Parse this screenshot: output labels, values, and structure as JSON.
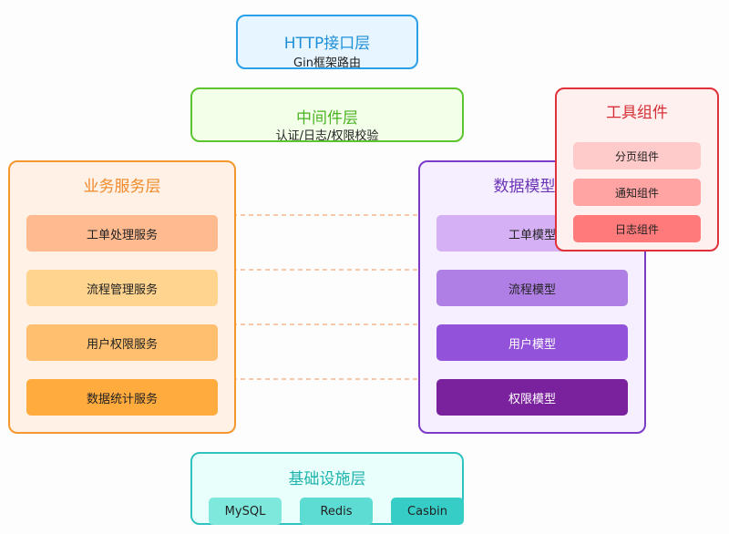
{
  "http_layer": {
    "title": "HTTP接口层",
    "subtitle": "Gin框架路由"
  },
  "middleware_layer": {
    "title": "中间件层",
    "subtitle": "认证/日志/权限校验"
  },
  "business_layer": {
    "title": "业务服务层",
    "items": [
      "工单处理服务",
      "流程管理服务",
      "用户权限服务",
      "数据统计服务"
    ]
  },
  "data_model_layer": {
    "title": "数据模型层",
    "items": [
      "工单模型",
      "流程模型",
      "用户模型",
      "权限模型"
    ]
  },
  "infrastructure_layer": {
    "title": "基础设施层",
    "items": [
      "MySQL",
      "Redis",
      "Casbin"
    ]
  },
  "tools": {
    "title": "工具组件",
    "items": [
      "分页组件",
      "通知组件",
      "日志组件"
    ]
  },
  "colors": {
    "connector_dash": "#f5a97a",
    "connector_vertical": "#c8c8c8",
    "business_items": [
      "#ffbb8f",
      "#ffd48f",
      "#ffbf6e",
      "#ffab3d"
    ],
    "model_items": [
      "#d6b0f5",
      "#b07fe6",
      "#9352da",
      "#7a219e"
    ],
    "infra_items": [
      "#7ee8dd",
      "#5ddcd3",
      "#36cdc6"
    ],
    "tool_items": [
      "#ffcaca",
      "#ffa3a3",
      "#ff7b7b"
    ]
  }
}
